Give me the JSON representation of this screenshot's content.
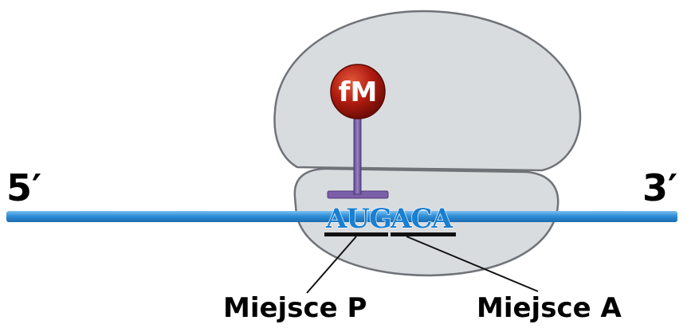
{
  "mrna": {
    "five_prime_label": "5′",
    "three_prime_label": "3′",
    "codon_p": "AUG",
    "codon_a": "ACA",
    "strand_color": "#2f8fd8",
    "codon_color": "#1a7fd0"
  },
  "amino_acid": {
    "label": "fM",
    "color": "#b01c10"
  },
  "trna": {
    "color": "#7b5fa8"
  },
  "ribosome": {
    "fill_color": "#d9dcdf",
    "stroke_color": "#6f7378"
  },
  "sites": {
    "p_site_label": "Miejsce P",
    "a_site_label": "Miejsce A"
  }
}
